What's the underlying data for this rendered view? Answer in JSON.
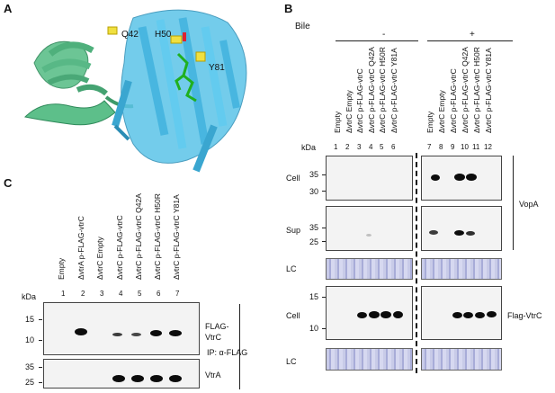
{
  "panel_a": {
    "label": "A",
    "residues": [
      "Q42",
      "H50",
      "Y81"
    ]
  },
  "panel_b": {
    "label": "B",
    "bile_label": "Bile",
    "bile_minus": "-",
    "bile_plus": "+",
    "kda": "kDa",
    "lanes_minus": [
      "Empty",
      "ΔvtrC Empty",
      "ΔvtrC p-FLAG-vtrC",
      "ΔvtrC p-FLAG-vtrC Q42A",
      "ΔvtrC p-FLAG-vtrC H50R",
      "ΔvtrC p-FLAG-vtrC Y81A"
    ],
    "lanes_plus": [
      "Empty",
      "ΔvtrC Empty",
      "ΔvtrC p-FLAG-vtrC",
      "ΔvtrC p-FLAG-vtrC Q42A",
      "ΔvtrC p-FLAG-vtrC H50R",
      "ΔvtrC p-FLAG-vtrC Y81A"
    ],
    "lane_numbers": [
      "1",
      "2",
      "3",
      "4",
      "5",
      "6",
      "7",
      "8",
      "9",
      "10",
      "11",
      "12"
    ],
    "row_labels": {
      "cell1": "Cell",
      "sup": "Sup",
      "lc1": "LC",
      "cell2": "Cell",
      "lc2": "LC"
    },
    "markers": {
      "cell1": [
        "35",
        "30"
      ],
      "sup": [
        "35",
        "25"
      ],
      "cell2": [
        "15",
        "10"
      ]
    },
    "right_labels": {
      "vopa": "VopA",
      "flag_vtrc": "Flag-VtrC"
    }
  },
  "panel_c": {
    "label": "C",
    "kda": "kDa",
    "lanes": [
      "Empty",
      "ΔvtrA p-FLAG-vtrC",
      "ΔvtrC Empty",
      "ΔvtrC p-FLAG-vtrC",
      "ΔvtrC p-FLAG-vtrC Q42A",
      "ΔvtrC p-FLAG-vtrC H50R",
      "ΔvtrC p-FLAG-vtrC Y81A"
    ],
    "lane_numbers": [
      "1",
      "2",
      "3",
      "4",
      "5",
      "6",
      "7"
    ],
    "markers": {
      "top": [
        "15",
        "10"
      ],
      "bottom": [
        "35",
        "25"
      ]
    },
    "right_labels": {
      "flag_line1": "FLAG-",
      "flag_line2": "VtrC",
      "vtra": "VtrA",
      "ip": "IP: α-FLAG"
    }
  }
}
